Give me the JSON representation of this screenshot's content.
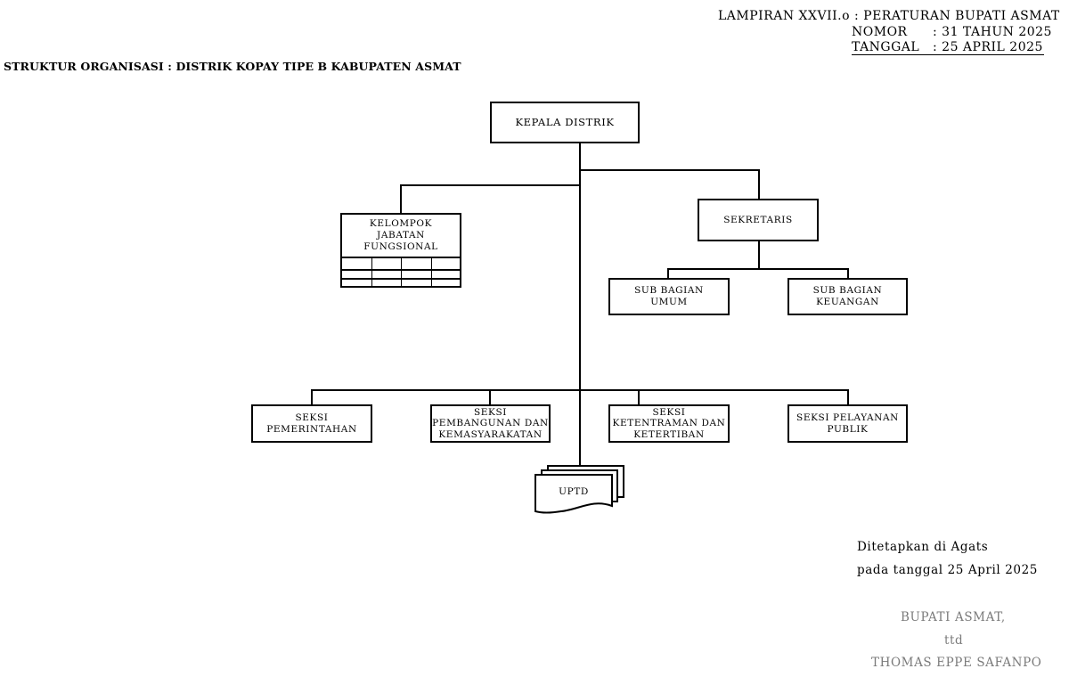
{
  "header": {
    "lampiran": "LAMPIRAN XXVII.o : PERATURAN BUPATI ASMAT",
    "nomor_label": "NOMOR",
    "nomor_value": ": 31 TAHUN 2025",
    "tanggal_label": "TANGGAL",
    "tanggal_value": ":   25 APRIL 2025"
  },
  "title": "STRUKTUR ORGANISASI : DISTRIK KOPAY TIPE B KABUPATEN ASMAT",
  "org": {
    "kepala": "KEPALA DISTRIK",
    "kelompok": "KELOMPOK\nJABATAN\nFUNGSIONAL",
    "sekretaris": "SEKRETARIS",
    "sub_umum": "SUB BAGIAN\nUMUM",
    "sub_keuangan": "SUB BAGIAN\nKEUANGAN",
    "seksi_pemerintahan": "SEKSI\nPEMERINTAHAN",
    "seksi_pembangunan": "SEKSI\nPEMBANGUNAN DAN\nKEMASYARAKATAN",
    "seksi_ketentraman": "SEKSI\nKETENTRAMAN DAN\nKETERTIBAN",
    "seksi_pelayanan": "SEKSI  PELAYANAN\nPUBLIK",
    "uptd": "UPTD"
  },
  "signature": {
    "ditetapkan": "Ditetapkan di Agats",
    "tanggal": "pada tanggal 25 April 2025",
    "jabatan": "BUPATI ASMAT,",
    "ttd": "ttd",
    "nama": "THOMAS EPPE SAFANPO"
  }
}
